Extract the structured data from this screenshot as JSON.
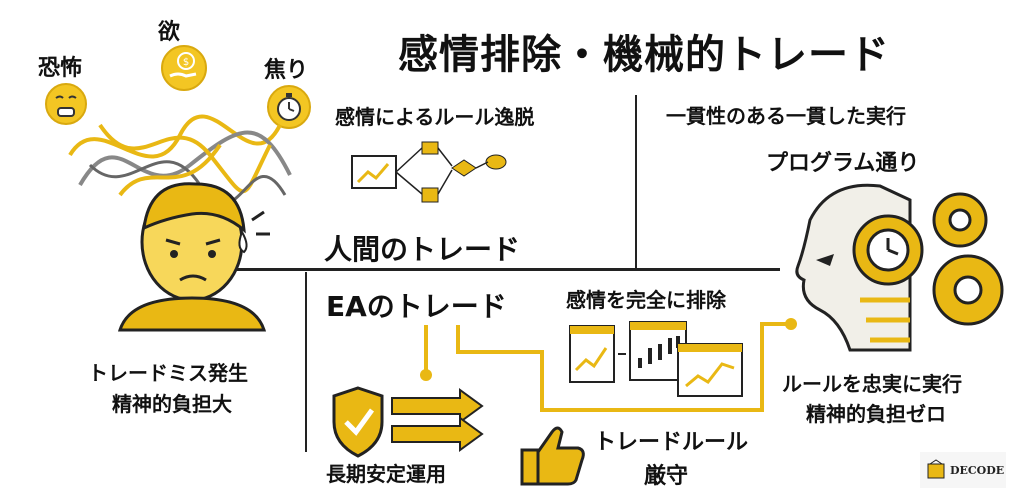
{
  "title": "感情排除・機械的トレード",
  "human": {
    "emotions": [
      {
        "label": "恐怖",
        "icon": "fear-face-icon"
      },
      {
        "label": "欲",
        "icon": "money-hand-icon"
      },
      {
        "label": "焦り",
        "icon": "stopwatch-icon"
      }
    ],
    "rule_deviation": "感情によるルール逸脱",
    "human_trade": "人間のトレード",
    "mistake_line1": "トレードミス発生",
    "mistake_line2": "精神的負担大"
  },
  "ea": {
    "ea_trade": "EAのトレード",
    "remove_emotion": "感情を完全に排除",
    "stable_operation": "長期安定運用",
    "rule_line1": "トレードルール",
    "rule_line2": "厳守"
  },
  "robot": {
    "consistent": "一貫性のある一貫した実行",
    "programmed": "プログラム通り",
    "faithful_line1": "ルールを忠実に実行",
    "faithful_line2": "精神的負担ゼロ"
  },
  "logo": {
    "text": "DECODE"
  },
  "colors": {
    "gold": "#e9b814",
    "dark": "#222222",
    "skin": "#f3c623"
  }
}
